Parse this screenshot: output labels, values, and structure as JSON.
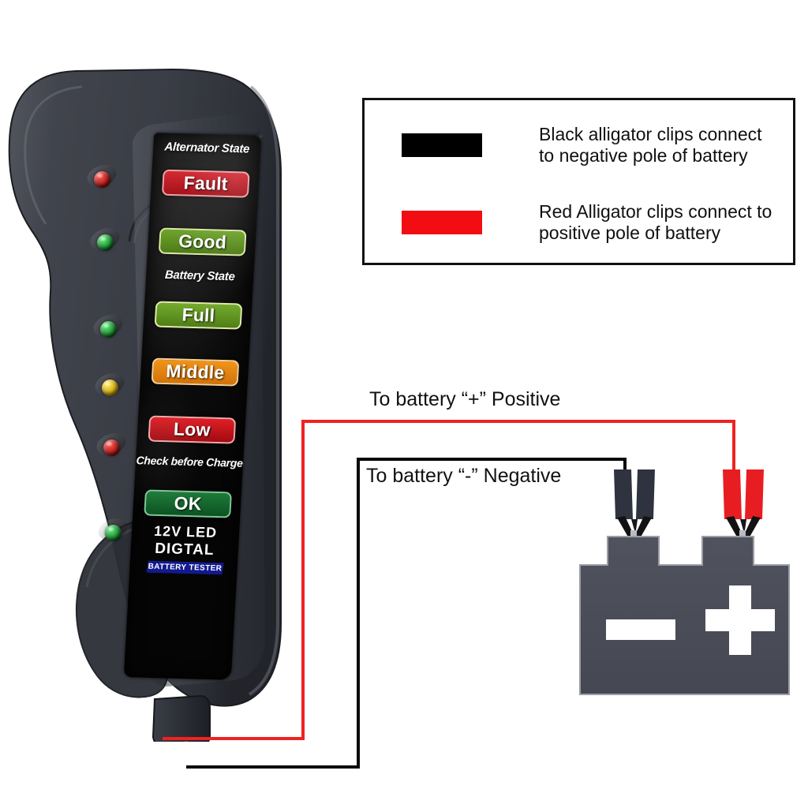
{
  "device": {
    "alternator_title": "Alternator\nState",
    "battery_title": "Battery\nState",
    "check_note": "Check before\nCharge",
    "brand_line1": "12V LED",
    "brand_line2": "DIGTAL",
    "brand_bar": "BATTERY TESTER",
    "badges": [
      {
        "label": "Fault",
        "state": "alternator",
        "color": "#c01f28",
        "led": "red"
      },
      {
        "label": "Good",
        "state": "alternator",
        "color": "#5c9122",
        "led": "green"
      },
      {
        "label": "Full",
        "state": "battery",
        "color": "#629420",
        "led": "green"
      },
      {
        "label": "Middle",
        "state": "battery",
        "color": "#e8860e",
        "led": "yellow"
      },
      {
        "label": "Low",
        "state": "battery",
        "color": "#c4151b",
        "led": "red"
      },
      {
        "label": "OK",
        "state": "charge",
        "color": "#15682c",
        "led": "green"
      }
    ],
    "leds": [
      "red",
      "green",
      "green",
      "yellow",
      "red",
      "green"
    ],
    "body_color": "#3e4149",
    "panel_color": "#080808"
  },
  "legend": {
    "rows": [
      {
        "swatch": "black",
        "swatch_color": "#000000",
        "text": "Black alligator clips connect\nto negative pole of battery"
      },
      {
        "swatch": "red",
        "swatch_color": "#f20d12",
        "text": "Red Alligator clips connect to\npositive pole of battery"
      }
    ]
  },
  "wiring": {
    "positive_callout": "To battery  “+”  Positive",
    "negative_callout": "To battery  “-”  Negative",
    "red_color": "#ef2222",
    "black_color": "#0a0a0a"
  },
  "battery": {
    "body_color": "#4a4c58",
    "negative_symbol": "minus",
    "positive_symbol": "plus",
    "black_clip_color": "#2f3340",
    "red_clip_color": "#e81d22"
  }
}
